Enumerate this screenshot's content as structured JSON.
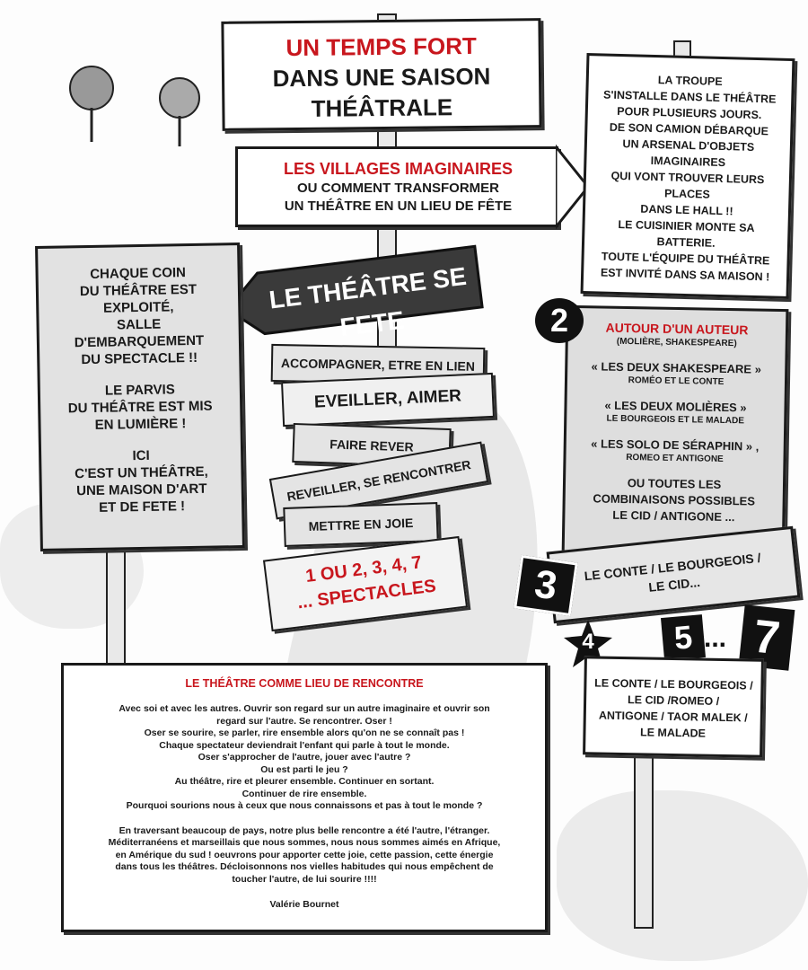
{
  "title_sign": {
    "line1": "UN TEMPS FORT",
    "line2": "DANS UNE SAISON",
    "line3": "THÉÂTRALE"
  },
  "villages_sign": {
    "title": "LES VILLAGES IMAGINAIRES",
    "line1": "OU COMMENT TRANSFORMER",
    "line2": "UN THÉÂTRE EN UN LIEU DE FÊTE"
  },
  "troupe_sign": {
    "lines": [
      "LA TROUPE",
      "S'INSTALLE DANS LE THÉÂTRE",
      "POUR PLUSIEURS JOURS.",
      "DE SON CAMION DÉBARQUE",
      "UN ARSENAL D'OBJETS",
      "IMAGINAIRES",
      "QUI VONT TROUVER LEURS",
      "PLACES",
      "DANS LE HALL !!",
      "LE CUISINIER MONTE SA",
      "BATTERIE.",
      "TOUTE L'ÉQUIPE DU THÉÂTRE",
      "EST INVITÉ DANS SA MAISON !"
    ]
  },
  "theatre_fete_arrow": {
    "label": "LE THÉÂTRE SE FETE"
  },
  "left_sign": {
    "lines": [
      "CHAQUE COIN",
      "DU THÉÂTRE EST",
      "EXPLOITÉ,",
      "SALLE",
      "D'EMBARQUEMENT",
      "DU SPECTACLE !!",
      "",
      "LE PARVIS",
      "DU THÉÂTRE EST MIS",
      "EN LUMIÈRE !",
      "",
      "ICI",
      "C'EST UN THÉÂTRE,",
      "UNE MAISON D'ART",
      "ET DE FETE !"
    ]
  },
  "planks": {
    "p1": "ACCOMPAGNER, ETRE EN LIEN",
    "p2": "EVEILLER, AIMER",
    "p3": "FAIRE REVER",
    "p4": "REVEILLER, SE RENCONTRER",
    "p5": "METTRE EN JOIE",
    "p6_line1": "1 OU 2, 3, 4, 7",
    "p6_line2": "... SPECTACLES"
  },
  "numbers": {
    "n2": "2",
    "n3": "3",
    "n4": "4",
    "n5": "5",
    "dots": "...",
    "n7": "7"
  },
  "auteur_sign": {
    "title": "AUTOUR D'UN AUTEUR",
    "subtitle": "(MOLIÈRE, SHAKESPEARE)",
    "item1_title": "« LES DEUX SHAKESPEARE »",
    "item1_sub": "ROMÉO ET LE CONTE",
    "item2_title": "« LES DEUX MOLIÈRES »",
    "item2_sub": "LE BOURGEOIS ET LE MALADE",
    "item3_title": "« LES SOLO DE SÉRAPHIN » ,",
    "item3_sub": "ROMEO ET ANTIGONE",
    "outro_lines": [
      "OU TOUTES LES",
      "COMBINAISONS POSSIBLES",
      "LE CID / ANTIGONE ..."
    ]
  },
  "sign3": {
    "line1": "LE CONTE / LE BOURGEOIS /",
    "line2": "LE CID..."
  },
  "sign7": {
    "lines": [
      "LE CONTE / LE BOURGEOIS /",
      "LE CID /ROMEO /",
      "ANTIGONE / TAOR MALEK /",
      "LE MALADE"
    ]
  },
  "rencontre": {
    "title": "LE THÉÂTRE COMME LIEU DE RENCONTRE",
    "para1": [
      "Avec soi et avec les autres. Ouvrir son regard sur un autre imaginaire et ouvrir son",
      "regard sur l'autre. Se rencontrer. Oser !",
      "Oser se sourire, se parler, rire ensemble alors qu'on ne se connaît pas !",
      "Chaque spectateur deviendrait l'enfant qui parle à tout le monde.",
      "Oser s'approcher de l'autre, jouer avec l'autre ?",
      "Ou est parti le jeu ?",
      "Au théâtre, rire et pleurer ensemble. Continuer en sortant.",
      "Continuer de rire ensemble.",
      "Pourquoi sourions nous à ceux que nous connaissons et pas à tout le monde ?"
    ],
    "para2": [
      "En traversant beaucoup de pays, notre plus belle rencontre a été l'autre, l'étranger.",
      "Méditerranéens et marseillais que nous sommes, nous nous sommes aimés en Afrique,",
      "en Amérique du sud ! oeuvrons pour apporter cette joie, cette passion, cette énergie",
      "dans tous les théâtres. Décloisonnons nos vielles habitudes qui nous empêchent de",
      "toucher l'autre, de lui sourire !!!!"
    ],
    "signature": "Valérie Bournet"
  }
}
